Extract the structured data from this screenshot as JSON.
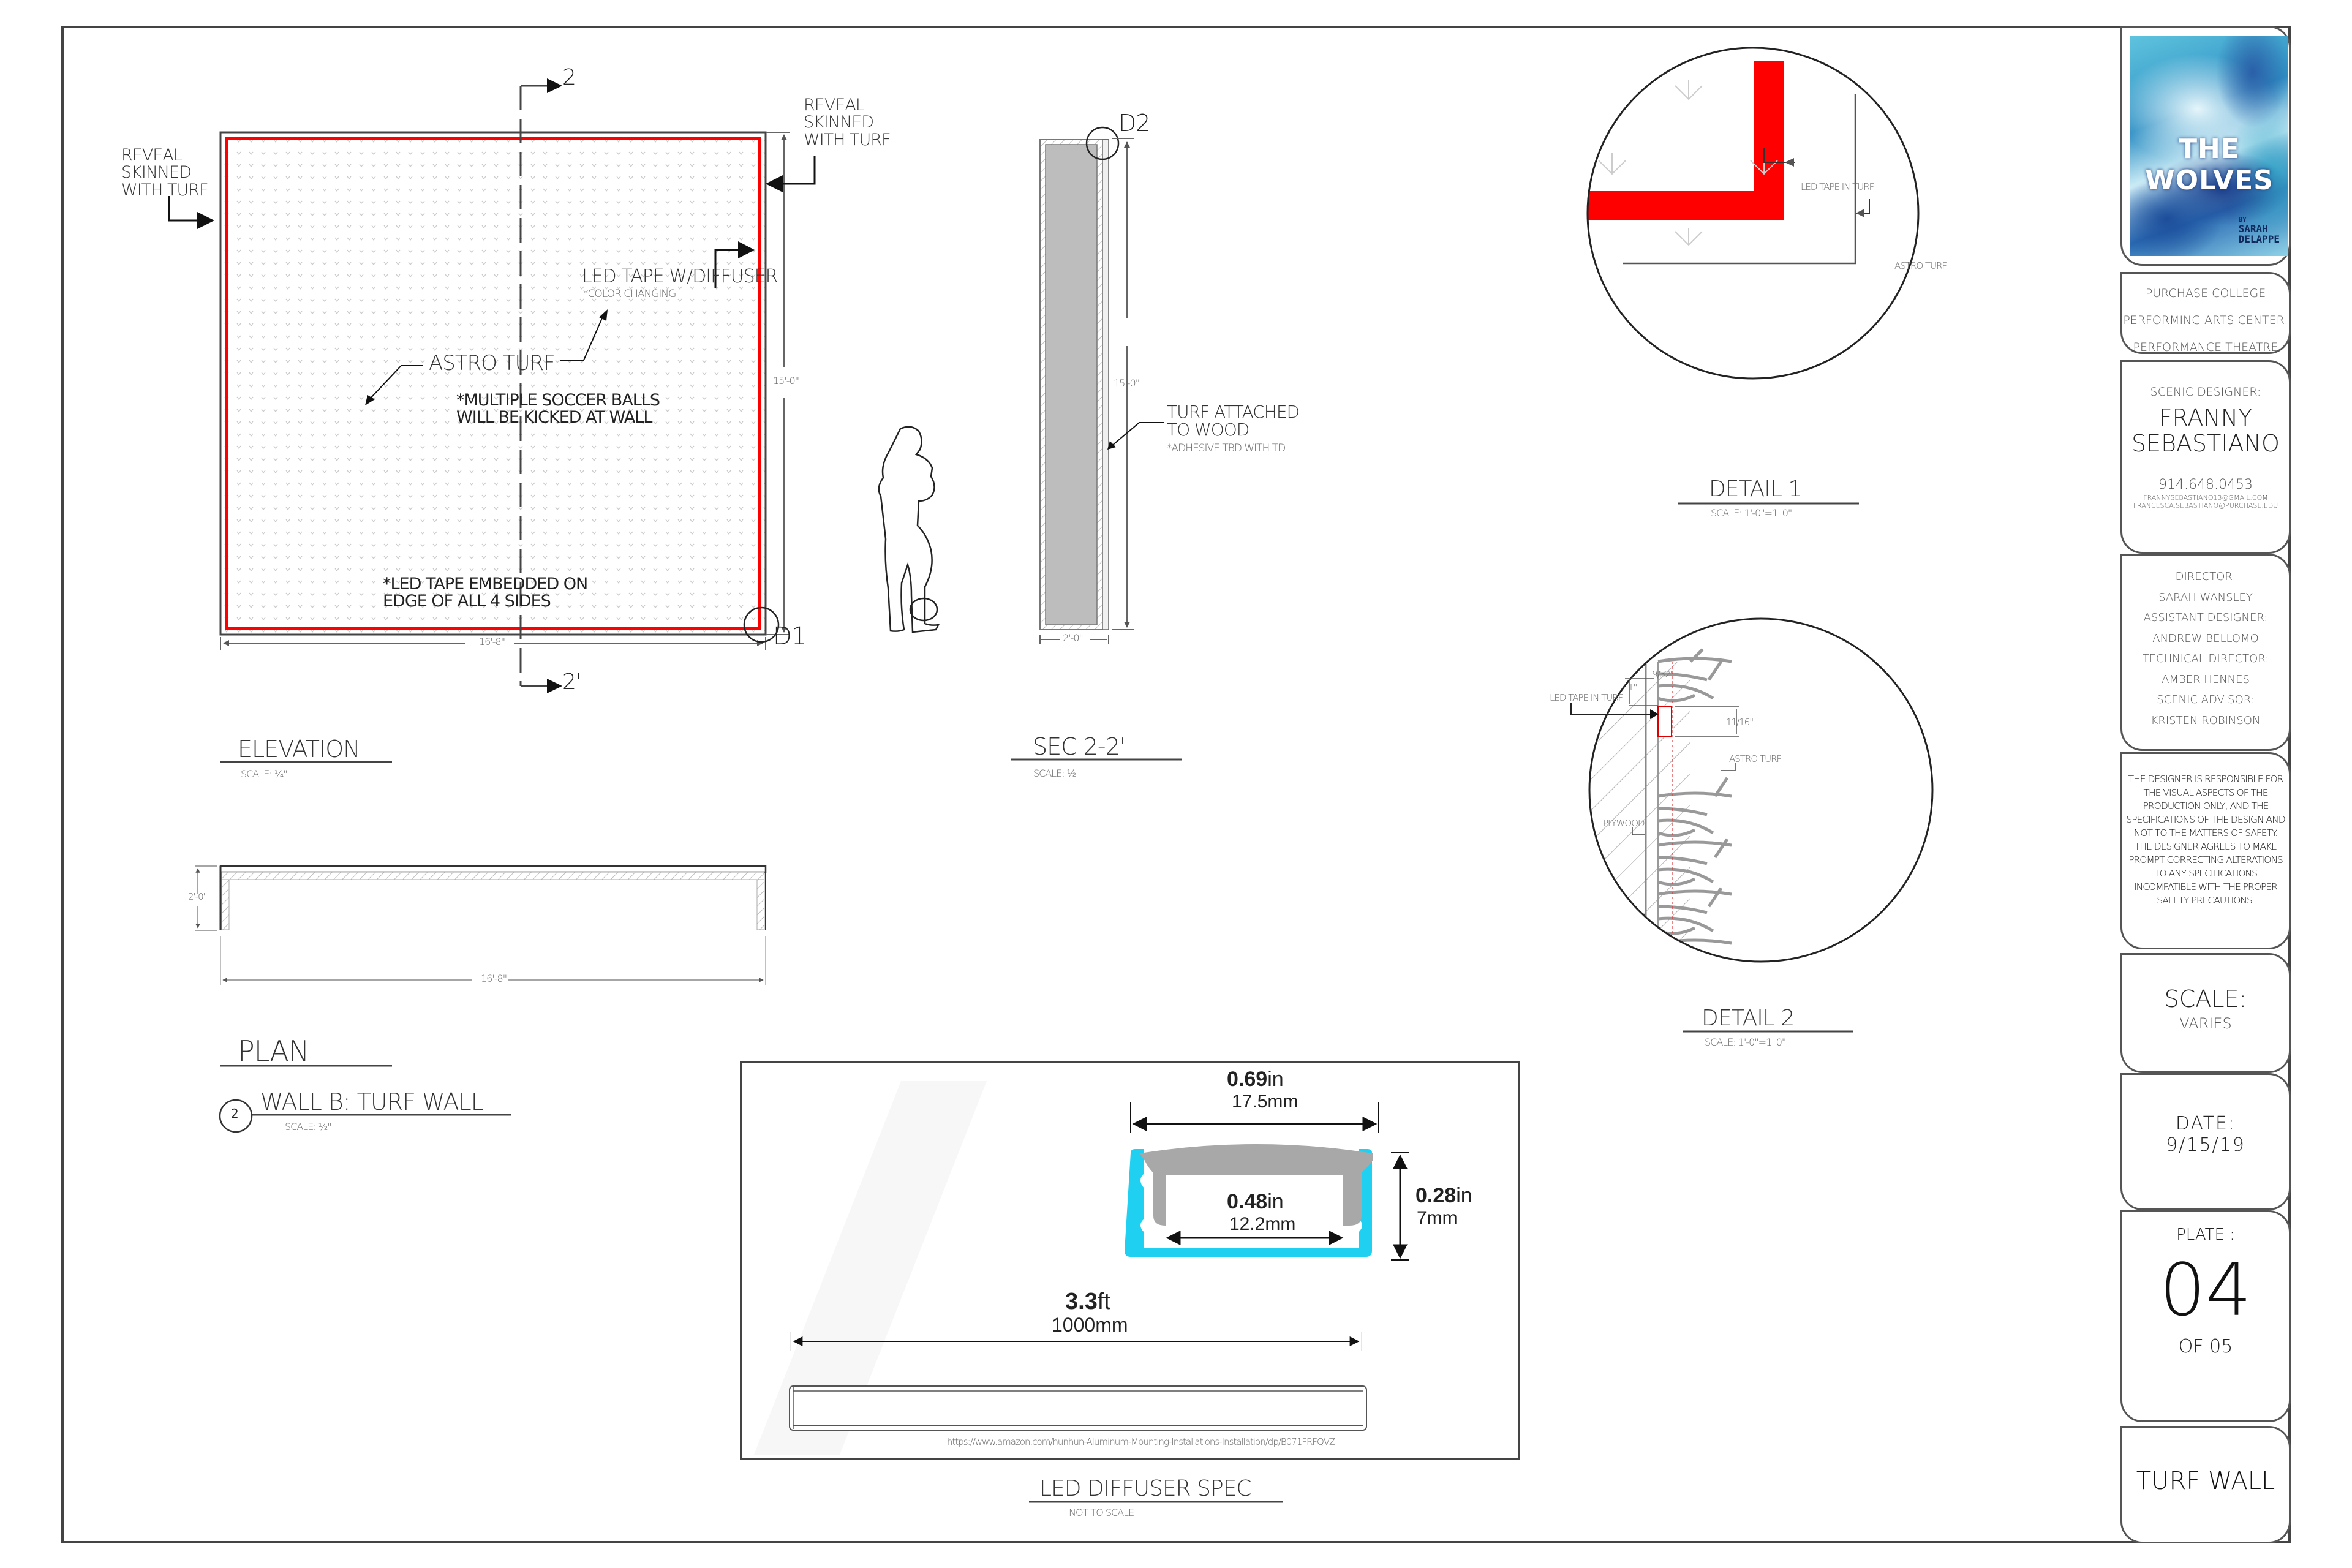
{
  "sheet": {
    "elevation": {
      "title": "ELEVATION",
      "scale": "SCALE: ¼\"",
      "notes": {
        "reveal_left": [
          "REVEAL",
          "SKINNED",
          "WITH TURF"
        ],
        "reveal_right": [
          "REVEAL",
          "SKINNED",
          "WITH TURF"
        ],
        "led_tape": "LED TAPE W/DIFFUSER",
        "led_tape_sub": "*COLOR CHANGING",
        "astro_turf": "ASTRO TURF",
        "soccer_note": [
          "*MULTIPLE SOCCER BALLS",
          "WILL BE KICKED AT WALL"
        ],
        "led_embed_note": [
          "*LED TAPE EMBEDDED ON",
          "EDGE OF ALL 4 SIDES"
        ]
      },
      "dims": {
        "width": "16'-8\"",
        "height": "15'-0\""
      },
      "section_mark_top": "2",
      "section_mark_bottom": "2'",
      "detail_callout": "D1"
    },
    "section": {
      "title": "SEC 2-2'",
      "scale": "SCALE: ½\"",
      "detail_callout": "D2",
      "dims": {
        "height": "15'-0\"",
        "depth": "2'-0\""
      },
      "note": [
        "TURF ATTACHED",
        "TO WOOD"
      ],
      "note_sub": "*ADHESIVE TBD WITH TD"
    },
    "plan": {
      "title": "PLAN",
      "dims": {
        "width": "16'-8\"",
        "depth": "2'-0\""
      }
    },
    "wall_label": {
      "number": "2",
      "title": "WALL B: TURF WALL",
      "scale": "SCALE: ½\""
    },
    "detail1": {
      "title": "DETAIL 1",
      "scale": "SCALE: 1'-0\"=1' 0\"",
      "callouts": [
        "LED TAPE IN TURF",
        "ASTRO TURF"
      ],
      "led_color": "#ff0000"
    },
    "detail2": {
      "title": "DETAIL 2",
      "scale": "SCALE: 1'-0\"=1' 0\"",
      "callouts": [
        "LED TAPE IN TURF",
        "ASTRO TURF",
        "PLYWOOD"
      ],
      "dims": [
        "9/32\"",
        "1\"",
        "11/16\""
      ]
    },
    "led_spec": {
      "title": "LED DIFFUSER SPEC",
      "scale": "NOT TO SCALE",
      "outer_width_in": "0.69",
      "outer_width_mm": "17.5mm",
      "inner_width_in": "0.48",
      "inner_width_mm": "12.2mm",
      "height_in": "0.28",
      "height_mm": "7mm",
      "length_ft": "3.3",
      "length_mm": "1000mm",
      "unit_in": "in",
      "unit_ft": "ft",
      "source_url": "https://www.amazon.com/hunhun-Aluminum-Mounting-Installations-Installation/dp/B071FRFQVZ",
      "profile_color": "#1fd0f0"
    }
  },
  "title_block": {
    "show_image": {
      "title": "THE WOLVES",
      "by": "BY",
      "author": [
        "SARAH",
        "DELAPPE"
      ]
    },
    "venue": [
      "PURCHASE COLLEGE",
      "PERFORMING ARTS CENTER:",
      "PERFORMANCE THEATRE"
    ],
    "designer": {
      "role": "SCENIC DESIGNER:",
      "name": [
        "FRANNY",
        "SEBASTIANO"
      ],
      "phone": "914.648.0453",
      "emails": [
        "FRANNYSEBASTIANO13@GMAIL.COM",
        "FRANCESCA.SEBASTIANO@PURCHASE.EDU"
      ]
    },
    "credits": [
      {
        "role": "DIRECTOR:",
        "name": "SARAH WANSLEY"
      },
      {
        "role": "ASSISTANT DESIGNER:",
        "name": "ANDREW BELLOMO"
      },
      {
        "role": "TECHNICAL DIRECTOR:",
        "name": "AMBER HENNES"
      },
      {
        "role": "SCENIC ADVISOR:",
        "name": "KRISTEN ROBINSON"
      }
    ],
    "disclaimer": "THE DESIGNER IS RESPONSIBLE FOR THE VISUAL ASPECTS OF THE PRODUCTION ONLY, AND THE SPECIFICATIONS OF THE DESIGN AND NOT TO THE MATTERS OF SAFETY. THE DESIGNER AGREES TO MAKE PROMPT CORRECTING ALTERATIONS TO ANY SPECIFICATIONS INCOMPATIBLE WITH THE PROPER SAFETY PRECAUTIONS.",
    "scale": {
      "label": "SCALE:",
      "value": "VARIES"
    },
    "date": {
      "label": "DATE:",
      "value": "9/15/19"
    },
    "plate": {
      "label": "PLATE :",
      "number": "04",
      "of": "OF 05"
    },
    "sheet_title": "TURF WALL"
  }
}
